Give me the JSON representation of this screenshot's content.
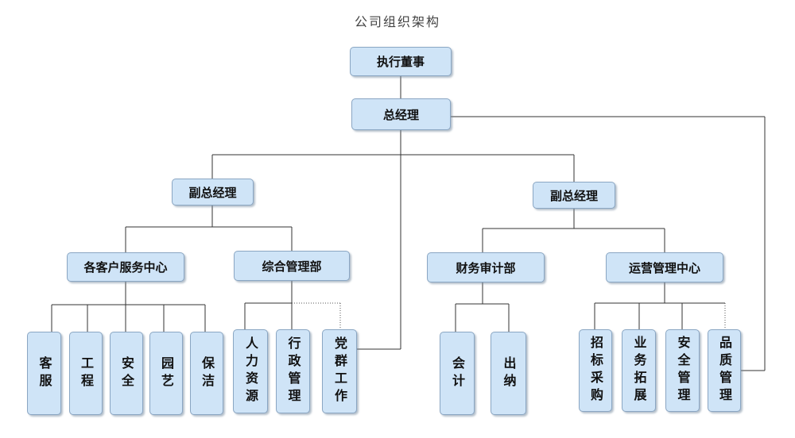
{
  "title": "公司组织架构",
  "nodes": {
    "ceo": "执行董事",
    "gm": "总经理",
    "vp_left": "副总经理",
    "vp_right": "副总经理",
    "customer_service_center": "各客户服务中心",
    "admin_dept": "综合管理部",
    "finance_audit_dept": "财务审计部",
    "operations_center": "运营管理中心",
    "kefu": "客服",
    "gongcheng": "工程",
    "anquan": "安全",
    "yuanyi": "园艺",
    "baojie": "保洁",
    "renli": "人力资源",
    "xingzheng": "行政管理",
    "dangqun": "党群工作",
    "kuaiji": "会计",
    "chuna": "出纳",
    "zhaobiao": "招标采购",
    "yewu": "业务拓展",
    "anquan_guanli": "安全管理",
    "pinzhi": "品质管理"
  },
  "colors": {
    "node_fill": "#cfe4f7",
    "node_border": "#8aa6c3",
    "line": "#333333"
  }
}
